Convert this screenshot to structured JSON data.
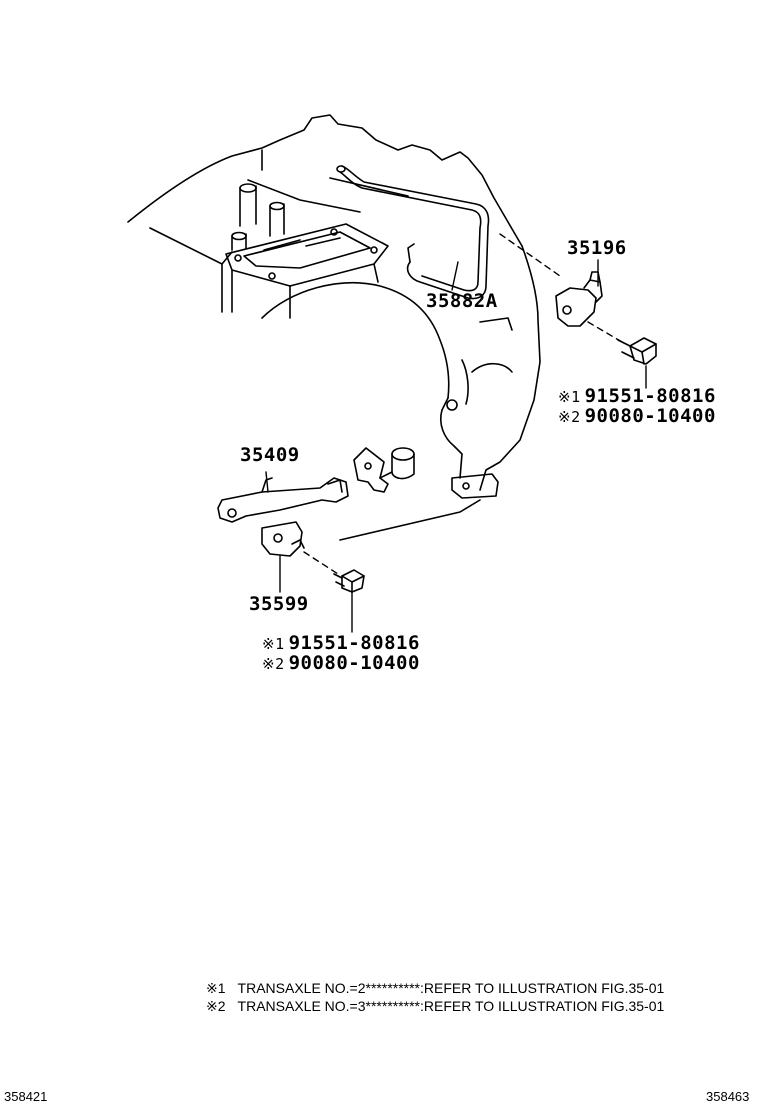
{
  "parts": {
    "p35196": "35196",
    "p35882a": "35882A",
    "p35409": "35409",
    "p35599": "35599"
  },
  "bolt_upper": {
    "line1": {
      "mark": "※1",
      "part": "91551-80816"
    },
    "line2": {
      "mark": "※2",
      "part": "90080-10400"
    }
  },
  "bolt_lower": {
    "line1": {
      "mark": "※1",
      "part": "91551-80816"
    },
    "line2": {
      "mark": "※2",
      "part": "90080-10400"
    }
  },
  "notes": [
    {
      "mark": "※1",
      "text": "TRANSAXLE NO.=2**********:REFER TO ILLUSTRATION FIG.35-01"
    },
    {
      "mark": "※2",
      "text": "TRANSAXLE NO.=3**********:REFER TO ILLUSTRATION FIG.35-01"
    }
  ],
  "figure_ids": {
    "left": "358421",
    "right": "358463"
  },
  "colors": {
    "ink": "#000000",
    "paper": "#ffffff"
  }
}
